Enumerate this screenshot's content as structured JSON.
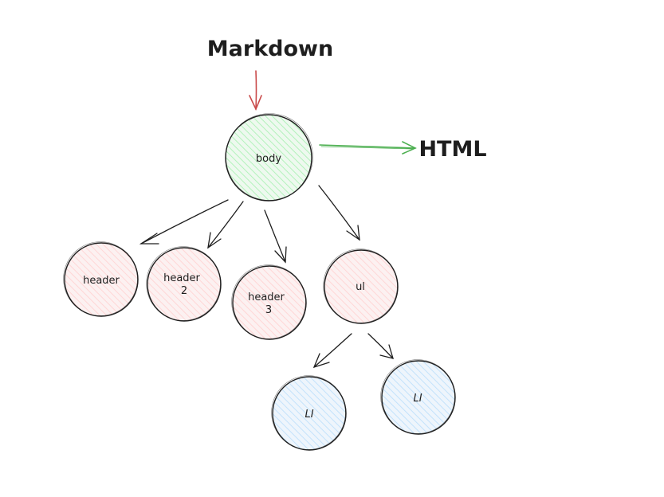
{
  "diagram": {
    "input_label": "Markdown",
    "output_label": "HTML",
    "colors": {
      "stroke": "#1e1e1e",
      "input_arrow": "#c94a4a",
      "output_arrow": "#4caf50",
      "body_fill": "#b2f2bb",
      "header_fill": "#ffc9c9",
      "list_fill": "#a5d8ff"
    },
    "nodes": {
      "body": {
        "lines": [
          "body"
        ]
      },
      "header": {
        "lines": [
          "header"
        ]
      },
      "header2": {
        "lines": [
          "header",
          "2"
        ]
      },
      "header3": {
        "lines": [
          "header",
          "3"
        ]
      },
      "ul": {
        "lines": [
          "ul"
        ]
      },
      "li1": {
        "lines": [
          "LI"
        ]
      },
      "li2": {
        "lines": [
          "LI"
        ]
      }
    },
    "edges": [
      {
        "from": "body",
        "to": "header"
      },
      {
        "from": "body",
        "to": "header2"
      },
      {
        "from": "body",
        "to": "header3"
      },
      {
        "from": "body",
        "to": "ul"
      },
      {
        "from": "ul",
        "to": "li1"
      },
      {
        "from": "ul",
        "to": "li2"
      }
    ]
  }
}
